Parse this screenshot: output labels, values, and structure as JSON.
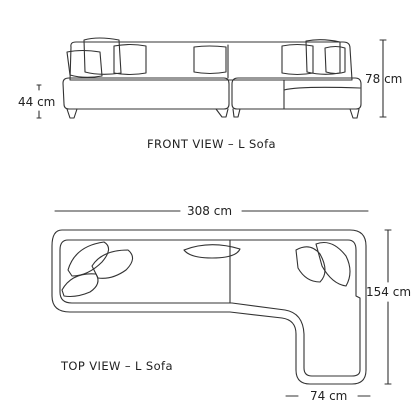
{
  "front_view": {
    "caption": "FRONT VIEW – L Sofa",
    "height_label": "78 cm",
    "seat_height_label": "44 cm"
  },
  "top_view": {
    "caption": "TOP VIEW – L Sofa",
    "width_label": "308 cm",
    "depth_label": "154 cm",
    "chaise_width_label": "74 cm"
  },
  "colors": {
    "line": "#333333",
    "background": "#ffffff"
  }
}
